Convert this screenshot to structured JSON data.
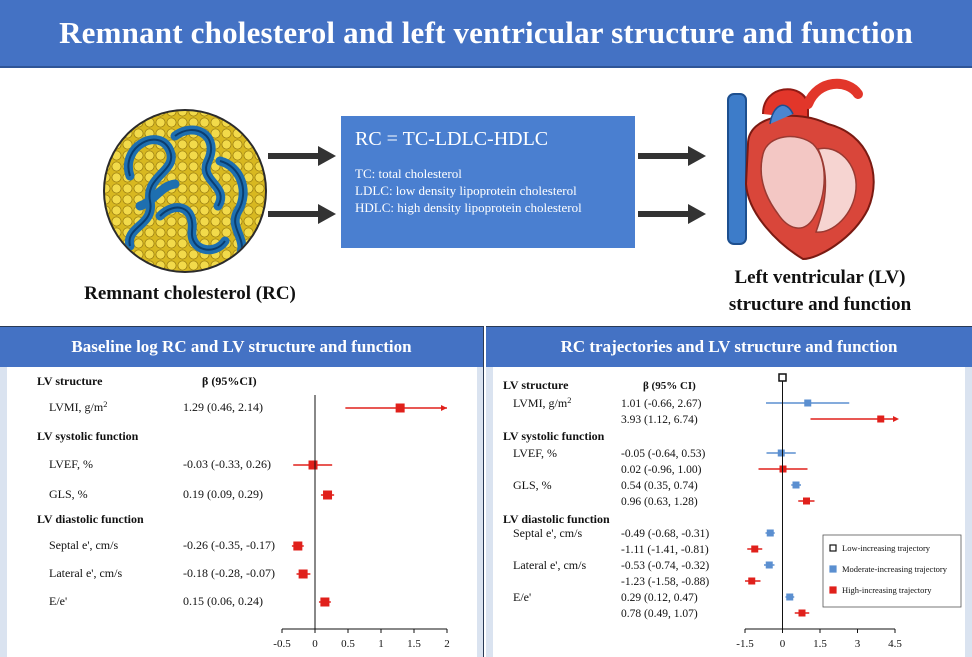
{
  "title": "Remnant cholesterol and left ventricular structure and function",
  "formula": {
    "equation": "RC = TC-LDLC-HDLC",
    "definitions": [
      "TC: total cholesterol",
      "LDLC: low density lipoprotein cholesterol",
      "HDLC: high density lipoprotein cholesterol"
    ]
  },
  "captions": {
    "left": "Remnant cholesterol (RC)",
    "right_line1": "Left ventricular (LV)",
    "right_line2": "structure and function"
  },
  "colors": {
    "header_blue": "#4472c4",
    "definition_box": "#4a7fd0",
    "panel_bg": "#dae3f0",
    "high": "#e0201b",
    "moderate": "#5b8fd0",
    "low": "#ffffff"
  },
  "icons": [
    "lipoprotein-particle-icon",
    "heart-cross-section-icon",
    "arrow-right-icon"
  ],
  "chart_data": [
    {
      "type": "forest",
      "title": "Baseline log RC and LV structure and function",
      "column_header": "β (95%CI)",
      "xlim": [
        -0.5,
        2.0
      ],
      "xticks": [
        -0.5,
        0,
        0.5,
        1,
        1.5,
        2
      ],
      "xtick_labels": [
        "-0.5",
        "0",
        "0.5",
        "1",
        "1.5",
        "2"
      ],
      "groups": [
        {
          "label": "LV structure",
          "rows": [
            {
              "label": "LVMI, g/m²",
              "text": "1.29 (0.46, 2.14)",
              "estimate": 1.29,
              "lower": 0.46,
              "upper": 2.14
            }
          ]
        },
        {
          "label": "LV systolic function",
          "rows": [
            {
              "label": "LVEF, %",
              "text": "-0.03 (-0.33, 0.26)",
              "estimate": -0.03,
              "lower": -0.33,
              "upper": 0.26
            },
            {
              "label": "GLS, %",
              "text": "0.19 (0.09, 0.29)",
              "estimate": 0.19,
              "lower": 0.09,
              "upper": 0.29
            }
          ]
        },
        {
          "label": "LV diastolic function",
          "rows": [
            {
              "label": "Septal e', cm/s",
              "text": "-0.26 (-0.35, -0.17)",
              "estimate": -0.26,
              "lower": -0.35,
              "upper": -0.17
            },
            {
              "label": "Lateral e', cm/s",
              "text": "-0.18 (-0.28, -0.07)",
              "estimate": -0.18,
              "lower": -0.28,
              "upper": -0.07
            },
            {
              "label": "E/e'",
              "text": "0.15 (0.06, 0.24)",
              "estimate": 0.15,
              "lower": 0.06,
              "upper": 0.24
            }
          ]
        }
      ]
    },
    {
      "type": "forest",
      "title": "RC trajectories and LV structure and function",
      "column_header": "β (95% CI)",
      "xlim": [
        -1.5,
        4.5
      ],
      "xticks": [
        -1.5,
        0,
        1.5,
        3,
        4.5
      ],
      "xtick_labels": [
        "-1.5",
        "0",
        "1.5",
        "3",
        "4.5"
      ],
      "legend": [
        {
          "name": "Low-increasing trajectory",
          "color": "#ffffff"
        },
        {
          "name": "Moderate-increasing trajectory",
          "color": "#5b8fd0"
        },
        {
          "name": "High-increasing trajectory",
          "color": "#e0201b"
        }
      ],
      "groups": [
        {
          "label": "LV structure",
          "rows": [
            {
              "label": "LVMI, g/m²",
              "entries": [
                {
                  "series": "Moderate-increasing trajectory",
                  "text": "1.01 (-0.66, 2.67)",
                  "estimate": 1.01,
                  "lower": -0.66,
                  "upper": 2.67
                },
                {
                  "series": "High-increasing trajectory",
                  "text": "3.93 (1.12, 6.74)",
                  "estimate": 3.93,
                  "lower": 1.12,
                  "upper": 6.74
                }
              ]
            }
          ]
        },
        {
          "label": "LV systolic function",
          "rows": [
            {
              "label": "LVEF, %",
              "entries": [
                {
                  "series": "Moderate-increasing trajectory",
                  "text": "-0.05 (-0.64, 0.53)",
                  "estimate": -0.05,
                  "lower": -0.64,
                  "upper": 0.53
                },
                {
                  "series": "High-increasing trajectory",
                  "text": "0.02 (-0.96, 1.00)",
                  "estimate": 0.02,
                  "lower": -0.96,
                  "upper": 1.0
                }
              ]
            },
            {
              "label": "GLS, %",
              "entries": [
                {
                  "series": "Moderate-increasing trajectory",
                  "text": "0.54 (0.35, 0.74)",
                  "estimate": 0.54,
                  "lower": 0.35,
                  "upper": 0.74
                },
                {
                  "series": "High-increasing trajectory",
                  "text": "0.96 (0.63, 1.28)",
                  "estimate": 0.96,
                  "lower": 0.63,
                  "upper": 1.28
                }
              ]
            }
          ]
        },
        {
          "label": "LV diastolic function",
          "rows": [
            {
              "label": "Septal e', cm/s",
              "entries": [
                {
                  "series": "Moderate-increasing trajectory",
                  "text": "-0.49 (-0.68, -0.31)",
                  "estimate": -0.49,
                  "lower": -0.68,
                  "upper": -0.31
                },
                {
                  "series": "High-increasing trajectory",
                  "text": "-1.11 (-1.41, -0.81)",
                  "estimate": -1.11,
                  "lower": -1.41,
                  "upper": -0.81
                }
              ]
            },
            {
              "label": "Lateral e', cm/s",
              "entries": [
                {
                  "series": "Moderate-increasing trajectory",
                  "text": "-0.53 (-0.74, -0.32)",
                  "estimate": -0.53,
                  "lower": -0.74,
                  "upper": -0.32
                },
                {
                  "series": "High-increasing trajectory",
                  "text": "-1.23 (-1.58, -0.88)",
                  "estimate": -1.23,
                  "lower": -1.58,
                  "upper": -0.88
                }
              ]
            },
            {
              "label": "E/e'",
              "entries": [
                {
                  "series": "Moderate-increasing trajectory",
                  "text": "0.29 (0.12, 0.47)",
                  "estimate": 0.29,
                  "lower": 0.12,
                  "upper": 0.47
                },
                {
                  "series": "High-increasing trajectory",
                  "text": "0.78 (0.49, 1.07)",
                  "estimate": 0.78,
                  "lower": 0.49,
                  "upper": 1.07
                }
              ]
            }
          ]
        }
      ]
    }
  ]
}
